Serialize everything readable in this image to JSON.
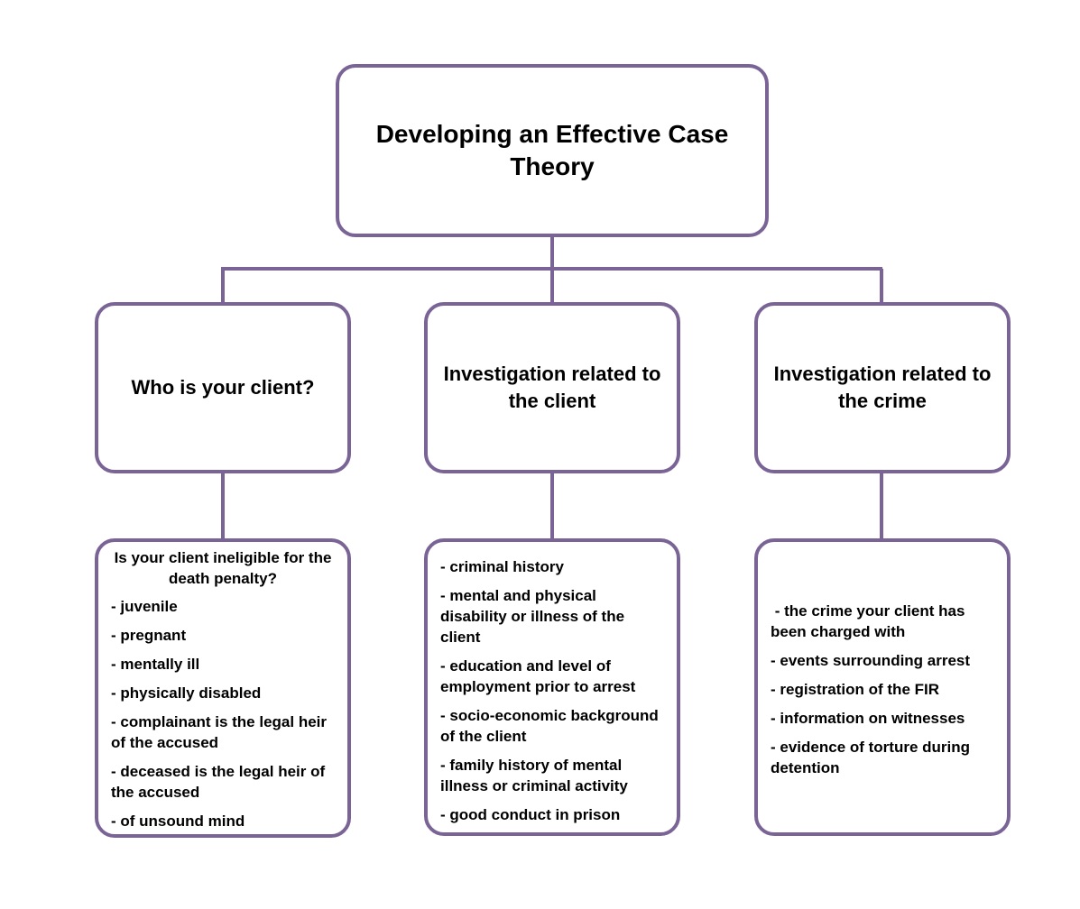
{
  "title": "Developing an Effective Case Theory",
  "colors": {
    "border": "#7a6496",
    "connector": "#7a6496",
    "text": "#000000"
  },
  "branches": [
    {
      "heading": "Who is your client?",
      "intro": "Is your client ineligible for the death penalty?",
      "items": [
        "- juvenile",
        "- pregnant",
        "- mentally ill",
        "- physically disabled",
        "- complainant is the legal heir of the accused",
        "- deceased is the legal heir of the accused",
        "- of unsound mind"
      ]
    },
    {
      "heading": "Investigation related to the client",
      "items": [
        "- criminal history",
        "- mental and physical disability or illness of the client",
        "- education and level of employment prior to arrest",
        "- socio-economic background of the client",
        "- family history of mental illness or criminal activity",
        "- good conduct in prison"
      ]
    },
    {
      "heading": "Investigation related to the crime",
      "items": [
        " - the crime your client has been charged with",
        "- events surrounding arrest",
        "- registration of the FIR",
        "- information on witnesses",
        "- evidence of torture during detention"
      ]
    }
  ]
}
